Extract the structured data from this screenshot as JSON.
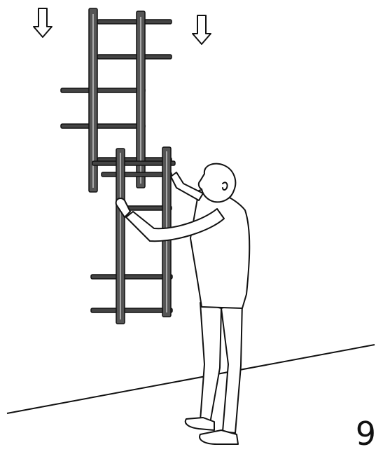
{
  "instruction": {
    "step_number": "9",
    "ink_color": "#111111",
    "paper_color": "#ffffff",
    "arrow_direction": "down",
    "arrow_count": 2
  }
}
